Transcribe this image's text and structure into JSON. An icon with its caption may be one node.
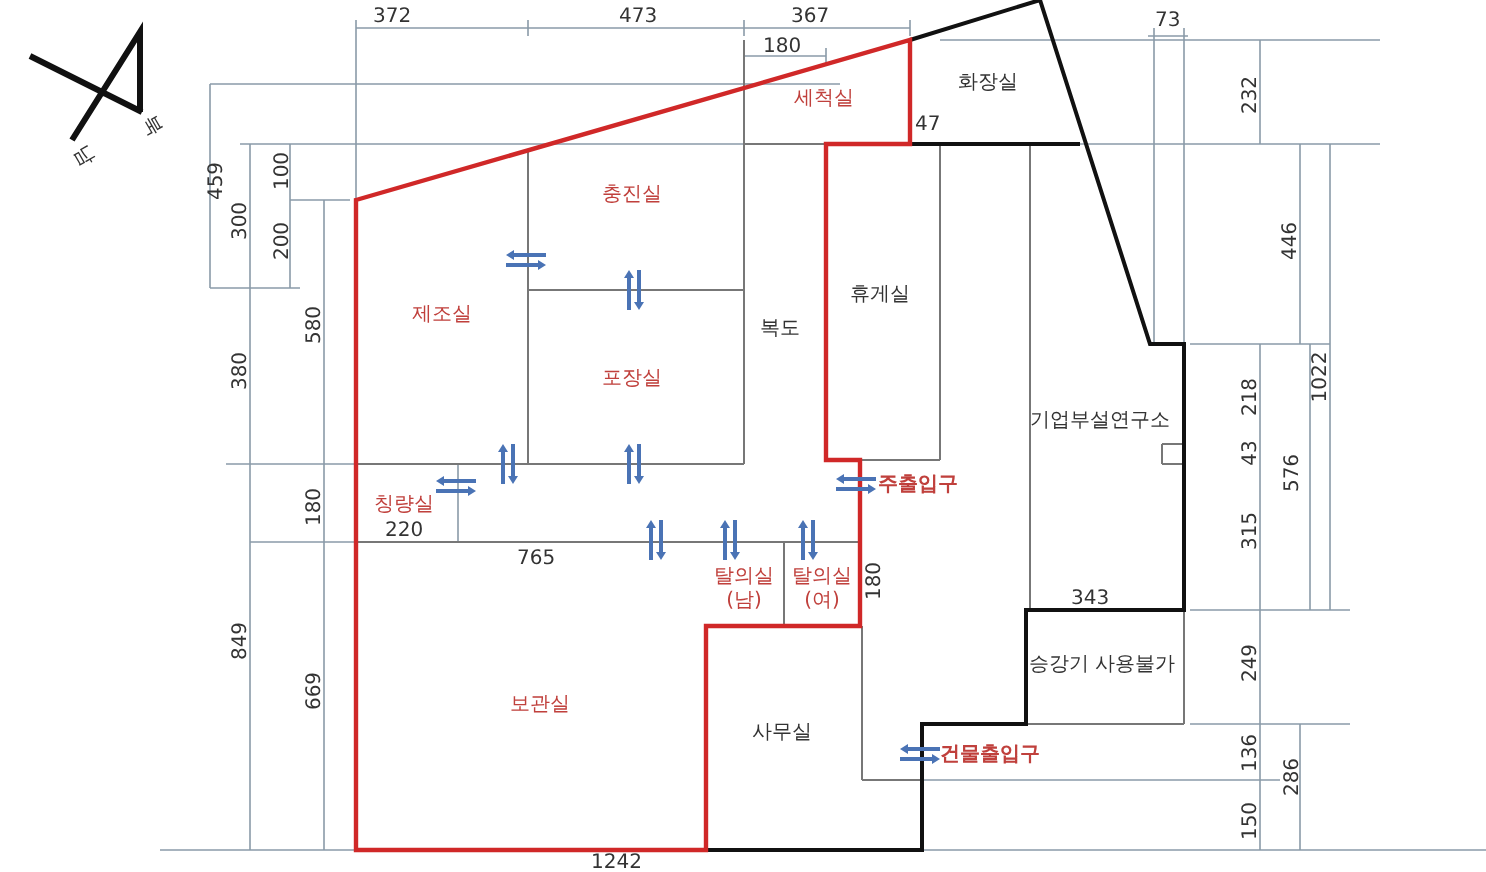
{
  "diagram": {
    "nodes": [
      {
        "text": [
          "세척실"
        ]
      },
      {
        "text": [
          "화장실"
        ]
      },
      {
        "text": [
          "충진실"
        ]
      },
      {
        "text": [
          "제조실"
        ]
      },
      {
        "text": [
          "휴게실"
        ]
      },
      {
        "text": [
          "복도"
        ]
      },
      {
        "text": [
          "포장실"
        ]
      },
      {
        "text": [
          "기업부설연구소"
        ]
      },
      {
        "text": [
          "칭량실"
        ]
      },
      {
        "text": [
          "탈의실 (남)"
        ]
      },
      {
        "text": [
          "탈의실 (여)"
        ]
      },
      {
        "text": [
          "보관실"
        ]
      },
      {
        "text": [
          "사무실"
        ]
      },
      {
        "text": [
          "승강기 사용불가"
        ]
      }
    ],
    "edges": [],
    "labels": [
      "372",
      "473",
      "367",
      "180",
      "73",
      "북",
      "남",
      "459",
      "100",
      "300",
      "200",
      "47",
      "232",
      "446",
      "580",
      "380",
      "218",
      "1022",
      "43",
      "576",
      "주출입구",
      "180",
      "220",
      "765",
      "180",
      "315",
      "343",
      "249",
      "849",
      "669",
      "건물출입구",
      "136",
      "286",
      "150",
      "1242"
    ]
  }
}
